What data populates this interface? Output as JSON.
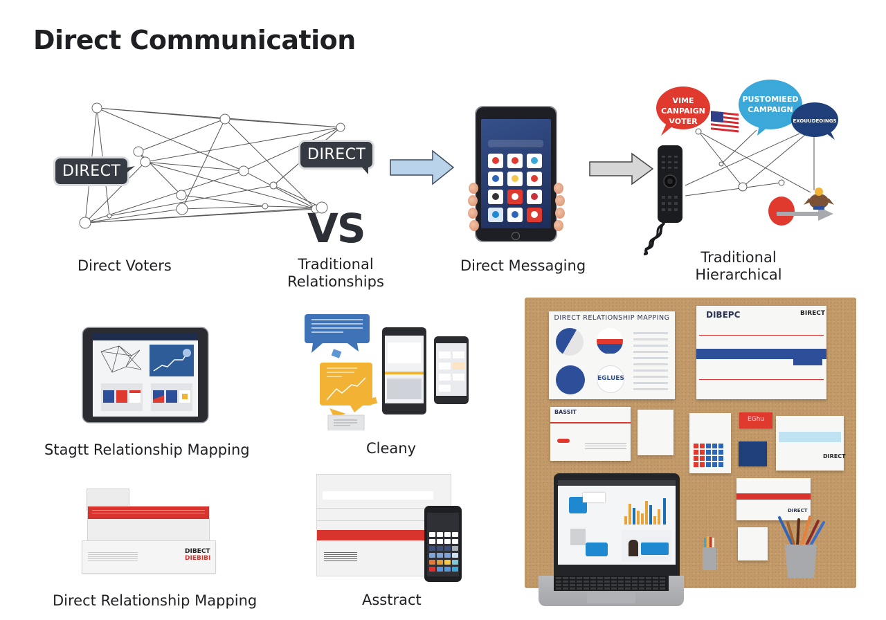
{
  "page": {
    "title": "Direct Communication"
  },
  "sections": {
    "network": {
      "label": "Direct Voters",
      "bubble_left": "DIRECT",
      "bubble_right": "DIRECT"
    },
    "vs": {
      "text": "VS",
      "label_line1": "Traditional",
      "label_line2": "Relationships"
    },
    "messaging": {
      "label": "Direct Messaging"
    },
    "hierarchical": {
      "label_line1": "Traditional",
      "label_line2": "Hierarchical",
      "bubble_red_line1": "VIME",
      "bubble_red_line2": "CANPAIGN",
      "bubble_red_line3": "VOTER",
      "bubble_cyan_line1": "PUSTOMIEED",
      "bubble_cyan_line2": "CAMPAIGN",
      "bubble_navy": "EXOUUDEOINGS"
    },
    "tablet_mapping": {
      "label": "Stagtt Relationship Mapping"
    },
    "cleany": {
      "label": "Cleany"
    },
    "envelope_mapping": {
      "label": "Direct Relationship Mapping",
      "stamp_line1": "DIBECT",
      "stamp_line2": "DIEBIBI"
    },
    "abstract": {
      "label": "Asstract"
    },
    "corkboard": {
      "poster_title": "DIRECT RELATIONSHIP MAPPING",
      "badge_text": "EGLUES",
      "envelope_logo": "DIBEPC",
      "envelope_stamp": "BIRECT",
      "letter_logo": "BASSIT",
      "red_card": "EGhu",
      "card_stamp": "DIRECT",
      "strip_stamp": "DIRECT"
    }
  },
  "colors": {
    "red": "#e03a2f",
    "blue": "#2d4f9a",
    "cyan": "#3aa8d8",
    "navy": "#1f3f7a",
    "cork": "#c29a6a",
    "arrow_blue": "#b9d3ea",
    "yellow": "#f2b233"
  }
}
